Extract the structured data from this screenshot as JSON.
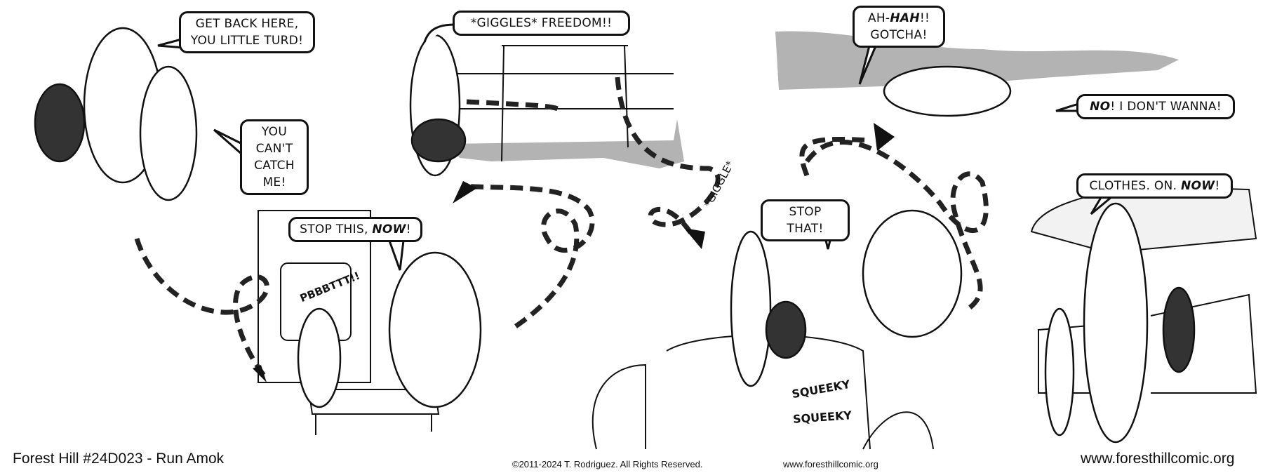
{
  "comic": {
    "panel1": {
      "bubble1_line1": "GET BACK HERE,",
      "bubble1_line2": "YOU LITTLE TURD!",
      "bubble2_line1": "YOU CAN'T",
      "bubble2_line2": "CATCH ME!"
    },
    "panel2": {
      "bubble": "STOP THIS, ",
      "bubble_emph": "NOW",
      "bubble_end": "!",
      "sfx": "PBBBTTT!!"
    },
    "panel3": {
      "bubble": "*GIGGLES* FREEDOM!!"
    },
    "panel4": {
      "bubble": "STOP THAT!",
      "sfx_giggle": "*GIGGLE*",
      "sfx_squeeky1": "SQUEEKY",
      "sfx_squeeky2": "SQUEEKY"
    },
    "panel5": {
      "bubble1_start": "AH-",
      "bubble1_emph": "HAH",
      "bubble1_end": "!!  GOTCHA!",
      "bubble2_emph": "NO",
      "bubble2_end": "! I DON'T WANNA!"
    },
    "panel6": {
      "bubble_start": "CLOTHES. ON. ",
      "bubble_emph": "NOW",
      "bubble_end": "!"
    }
  },
  "footer": {
    "title": "Forest Hill #24D023 - Run Amok",
    "copyright": "©2011-2024  T. Rodriguez. All Rights Reserved.",
    "url_center": "www.foresthillcomic.org",
    "url_right": "www.foresthillcomic.org"
  },
  "colors": {
    "ink": "#111111",
    "tone": "#b3b3b3",
    "paper": "#ffffff"
  }
}
